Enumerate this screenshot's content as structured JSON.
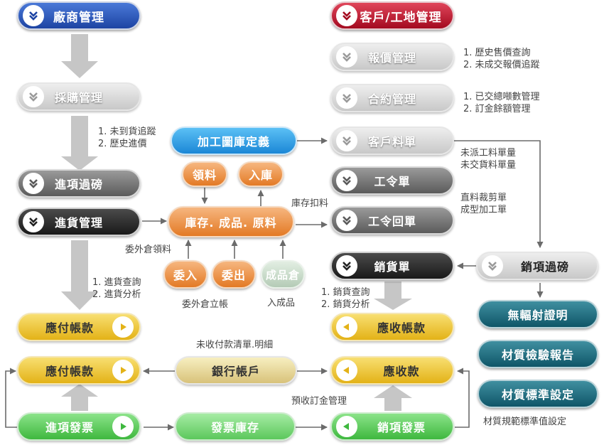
{
  "nodes": {
    "vendor_mgmt": "廠商管理",
    "purchase_mgmt": "採購管理",
    "incoming_weigh": "進項過磅",
    "incoming_goods": "進貨管理",
    "customer_site": "客戶/工地管理",
    "quote_mgmt": "報價管理",
    "contract_mgmt": "合約管理",
    "customer_material": "客戶料單",
    "work_order": "工令單",
    "work_order_return": "工令回單",
    "sales_order": "銷貨單",
    "outgoing_weigh": "銷項過磅",
    "processing_drawing": "加工圖庫定義",
    "pick_material": "領料",
    "stock_in": "入庫",
    "inventory": "庫存. 成品. 原料",
    "consign_in": "委入",
    "consign_out": "委出",
    "finished_warehouse": "成品倉",
    "payable_1": "應付帳款",
    "payable_2": "應付帳款",
    "bank_account": "銀行帳戶",
    "receivable_account": "應收帳款",
    "receivable": "應收款",
    "incoming_invoice": "進項發票",
    "invoice_stock": "發票庫存",
    "outgoing_invoice": "銷項發票",
    "radiation_free": "無輻射證明",
    "material_inspection": "材質檢驗報告",
    "material_standard": "材質標準設定"
  },
  "notes": {
    "quote": [
      "1. 歷史售價查詢",
      "2. 未成交報價追蹤"
    ],
    "contract": [
      "1. 已交總噸數管理",
      "2. 訂金餘額管理"
    ],
    "purchase": [
      "1. 未到貨追蹤",
      "2. 歷史進價"
    ],
    "customer_material": [
      "未派工料單量",
      "未交貨料單量"
    ],
    "work_order": [
      "直料裁剪單",
      "成型加工單"
    ],
    "stock_deduct": "庫存扣料",
    "consign_pick": "委外倉領料",
    "incoming_goods": [
      "1. 進貨查詢",
      "2. 進貨分析"
    ],
    "sales": [
      "1. 銷貨查詢",
      "2. 銷貨分析"
    ],
    "consign_account": "委外倉立帳",
    "finished_in": "入成品",
    "unpaid_list": "未收付款清單.明細",
    "deposit_mgmt": "預收訂金管理",
    "material_spec": "材質規範標準值設定"
  },
  "icons": {
    "chevron_down": "double-chevron-down-icon",
    "play": "play-icon",
    "back": "back-arrow-icon"
  },
  "colors": {
    "navy": "#1d44a3",
    "red": "#a3091f",
    "blue": "#1b87d6",
    "orange": "#e37a25",
    "gold": "#e3b217",
    "green": "#3fb83f",
    "teal": "#0f5668",
    "flow_arrow": "#c6c6c6",
    "connector": "#6b6b6b"
  }
}
